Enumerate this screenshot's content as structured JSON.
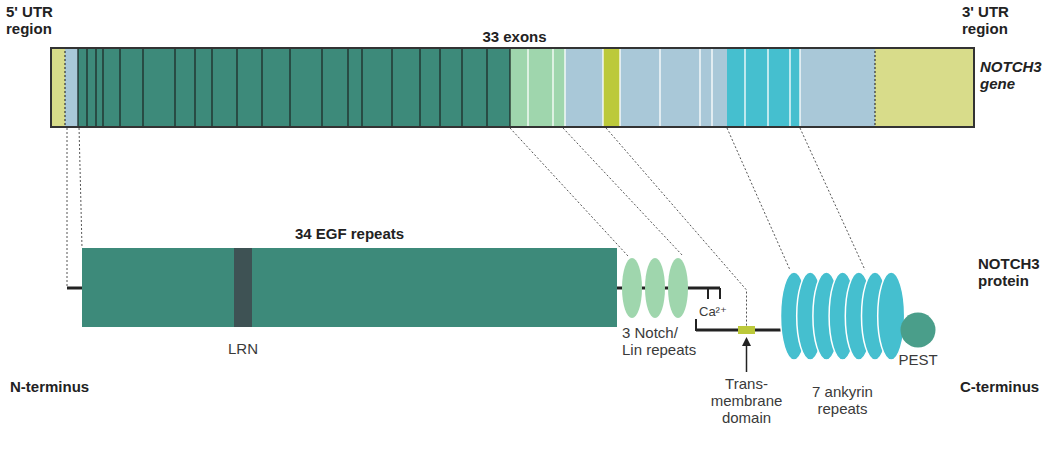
{
  "diagram": {
    "nodes": [
      {
        "text": [
          "33 exons"
        ]
      },
      {
        "text": [
          "34 EGF repeats"
        ]
      },
      {
        "text": [
          "LRN"
        ],
        "in": 1
      },
      {
        "text": [
          "3 Notch/ Lin repeats"
        ]
      },
      {
        "text": [
          "Trans- membrane domain"
        ]
      },
      {
        "text": [
          "7 ankyrin repeats"
        ]
      },
      {
        "text": [
          "PEST"
        ]
      }
    ],
    "edges": [
      {
        "from": 0,
        "to": 1,
        "arrow": "none"
      },
      {
        "from": 0,
        "to": 3,
        "arrow": "none"
      },
      {
        "from": 0,
        "to": 3,
        "arrow": "none"
      },
      {
        "from": 0,
        "to": 4,
        "arrow": "none"
      },
      {
        "from": 0,
        "to": 5,
        "arrow": "none"
      },
      {
        "from": 0,
        "to": 5,
        "arrow": "none"
      }
    ],
    "labels": [
      "5' UTR region",
      "3' UTR region",
      "NOTCH3 gene",
      "NOTCH3 protein",
      "Ca²⁺",
      "N-terminus",
      "C-terminus"
    ]
  }
}
